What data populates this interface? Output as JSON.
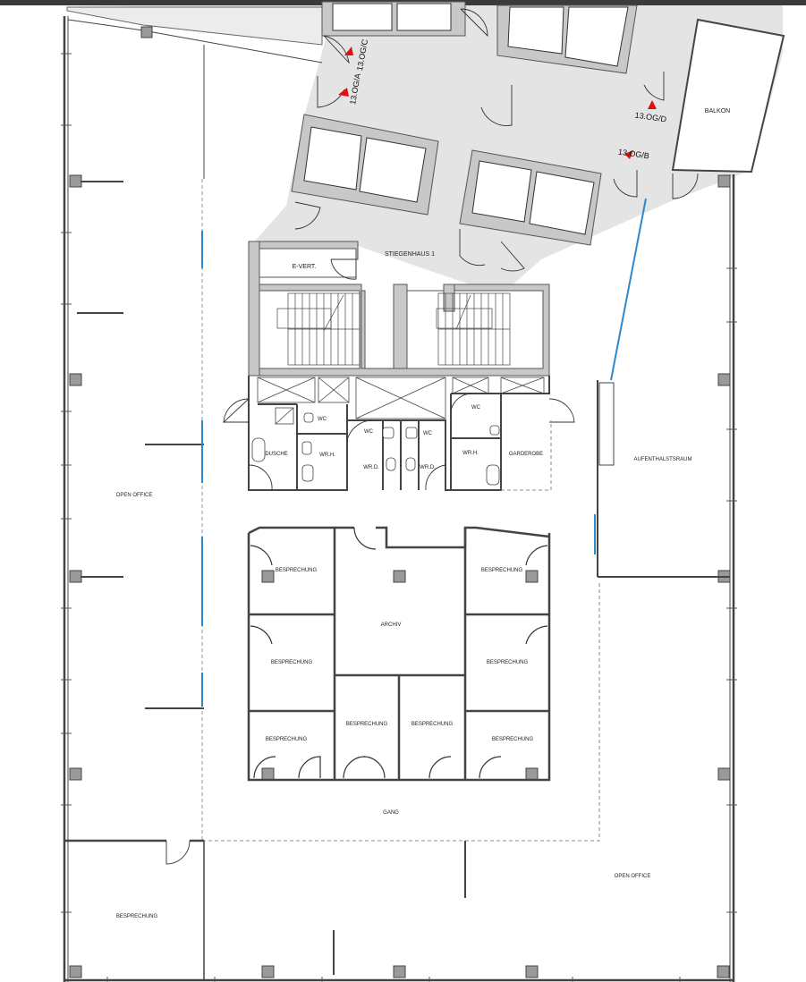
{
  "plan": {
    "rooms": {
      "balkon": "BALKON",
      "stiegenhaus": "STIEGENHAUS 1",
      "evert": "E-VERT.",
      "wc_left": "WC",
      "wc_mid": "WC",
      "wc_mid2": "WC",
      "wc_right": "WC",
      "dusche": "DUSCHE",
      "wrh_left": "WR.H.",
      "wrd_left": "WR.D.",
      "wrd_right": "WR.D.",
      "wrh_right": "WR.H.",
      "garderobe": "GARDEROBE",
      "aufenthaltsraum": "AUFENTHALSTSRAUM",
      "open_office_left": "OPEN OFFICE",
      "open_office_right": "OPEN OFFICE",
      "besprechung_tl": "BESPRECHUNG",
      "besprechung_tr": "BESPRECHUNG",
      "besprechung_ml": "BESPRECHUNG",
      "besprechung_mr": "BESPRECHUNG",
      "archiv": "ARCHIV",
      "besprechung_bl": "BESPRECHUNG",
      "besprechung_bc1": "BESPRECHUNG",
      "besprechung_bc2": "BESPRECHUNG",
      "besprechung_br": "BESPRECHUNG",
      "gang": "GANG",
      "besprechung_bottom": "BESPRECHUNG"
    },
    "markers": {
      "og_a": "13.OG/A",
      "og_b": "13.OG/B",
      "og_c": "13.OG/C",
      "og_d": "13.OG/D"
    },
    "colors": {
      "wall": "#c8c8c8",
      "column": "#9a9a9a",
      "marker": "#e01010",
      "glass": "#2a8ad0",
      "lobby": "#e4e4e4"
    }
  }
}
